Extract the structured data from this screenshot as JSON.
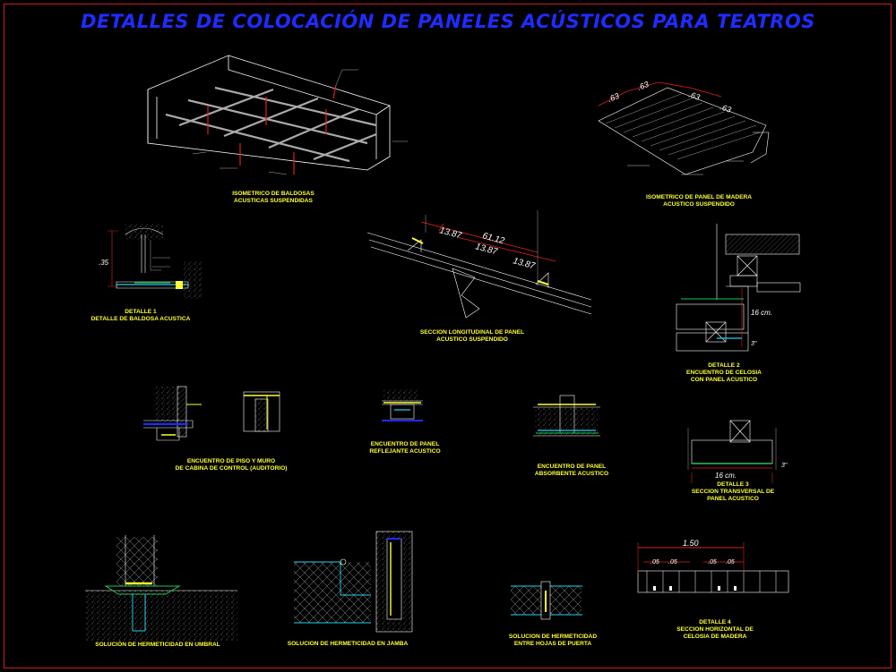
{
  "sheet_title": "DETALLES DE COLOCACIÓN DE PANELES ACÚSTICOS PARA TEATROS",
  "colors": {
    "frame": "#c81e1e",
    "title": "#1f2cff",
    "caption": "#ffff33",
    "line": "#ffffff",
    "accent_red": "#e02020",
    "accent_cyan": "#22d3ee",
    "accent_green": "#22c55e"
  },
  "captions": {
    "isometrico_baldosas": {
      "l1": "ISOMETRICO DE BALDOSAS",
      "l2": "ACUSTICAS SUSPENDIDAS"
    },
    "isometrico_madera": {
      "l1": "ISOMETRICO DE PANEL DE MADERA",
      "l2": "ACUSTICO SUSPENDIDO"
    },
    "detalle_1": {
      "l1": "DETALLE 1",
      "l2": "DETALLE DE BALDOSA ACUSTICA"
    },
    "seccion_longitudinal": {
      "l1": "SECCION LONGITUDINAL DE PANEL",
      "l2": "ACUSTICO SUSPENDIDO"
    },
    "detalle_2": {
      "l1": "DETALLE 2",
      "l2": "ENCUENTRO DE CELOSIA",
      "l3": "CON PANEL ACUSTICO"
    },
    "piso_muro": {
      "l1": "ENCUENTRO DE PISO Y MURO",
      "l2": "DE CABINA DE CONTROL (AUDITORIO)"
    },
    "panel_reflejante": {
      "l1": "ENCUENTRO DE PANEL",
      "l2": "REFLEJANTE ACUSTICO"
    },
    "panel_absorbente": {
      "l1": "ENCUENTRO DE PANEL",
      "l2": "ABSORBENTE ACUSTICO"
    },
    "detalle_3": {
      "l1": "DETALLE 3",
      "l2": "SECCION TRANSVERSAL DE",
      "l3": "PANEL ACUSTICO"
    },
    "umbral": {
      "l1": "SOLUCIÓN DE HERMETICIDAD EN UMBRAL"
    },
    "jamba": {
      "l1": "SOLUCION DE HERMETICIDAD EN JAMBA"
    },
    "hojas_puerta": {
      "l1": "SOLUCION DE HERMETICIDAD",
      "l2": "ENTRE HOJAS DE PUERTA"
    },
    "detalle_4": {
      "l1": "DETALLE 4",
      "l2": "SECCION HORIZONTAL DE",
      "l3": "CELOSIA DE MADERA"
    }
  },
  "dimensions": {
    "iso_madera": [
      ".63",
      ".63",
      ".63",
      ".63"
    ],
    "seccion": [
      "13.87",
      "61.12",
      "13.87",
      "13.87"
    ],
    "detalle_1": ".35",
    "detalle_2_a": "16 cm.",
    "detalle_2_b": "3\"",
    "detalle_3_a": "16 cm.",
    "detalle_3_b": "3\"",
    "detalle_4": [
      "1.50",
      ".05",
      ".05",
      ".05",
      ".05"
    ]
  }
}
